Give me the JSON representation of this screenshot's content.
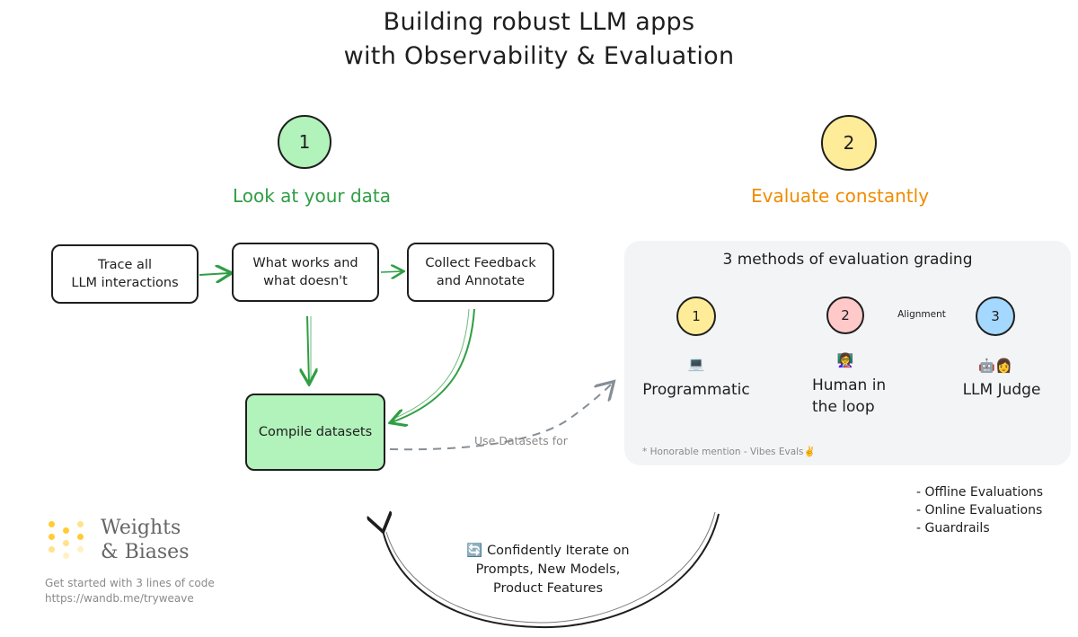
{
  "title": "Building robust LLM apps\nwith Observability & Evaluation",
  "step1": {
    "number": "1",
    "heading": "Look at your data",
    "color": "#2f9e44",
    "circle_fill": "#b2f2bb",
    "boxes": [
      "Trace all\nLLM interactions",
      "What works and\nwhat doesn't",
      "Collect Feedback\nand Annotate"
    ],
    "compile": "Compile datasets",
    "compile_fill": "#b2f2bb",
    "use_datasets_label": "Use Datasets for"
  },
  "step2": {
    "number": "2",
    "heading": "Evaluate constantly",
    "color": "#f08c00",
    "circle_fill": "#ffec99",
    "panel_title": "3 methods of evaluation grading",
    "methods": [
      {
        "number": "1",
        "emoji": "💻",
        "label": "Programmatic",
        "fill": "#ffec99"
      },
      {
        "number": "2",
        "emoji": "👩‍🏫",
        "label": "Human in\nthe loop",
        "fill": "#ffc9c9"
      },
      {
        "number": "3",
        "emoji": "🤖👩",
        "label": "LLM Judge",
        "fill": "#a5d8ff"
      }
    ],
    "alignment_label": "Alignment",
    "footnote": "* Honorable mention - Vibes Evals✌️",
    "bullets": [
      "- Offline Evaluations",
      "- Online Evaluations",
      "- Guardrails"
    ]
  },
  "iterate": {
    "icon": "🔄",
    "text": "Confidently Iterate on\nPrompts, New Models,\nProduct Features"
  },
  "brand": {
    "name_line1": "Weights",
    "name_line2": "& Biases",
    "tagline": "Get started with 3 lines of code",
    "url": "https://wandb.me/tryweave",
    "dot_colors": [
      "#ffcc33",
      "#ffe28a",
      "#fff1c2"
    ]
  }
}
